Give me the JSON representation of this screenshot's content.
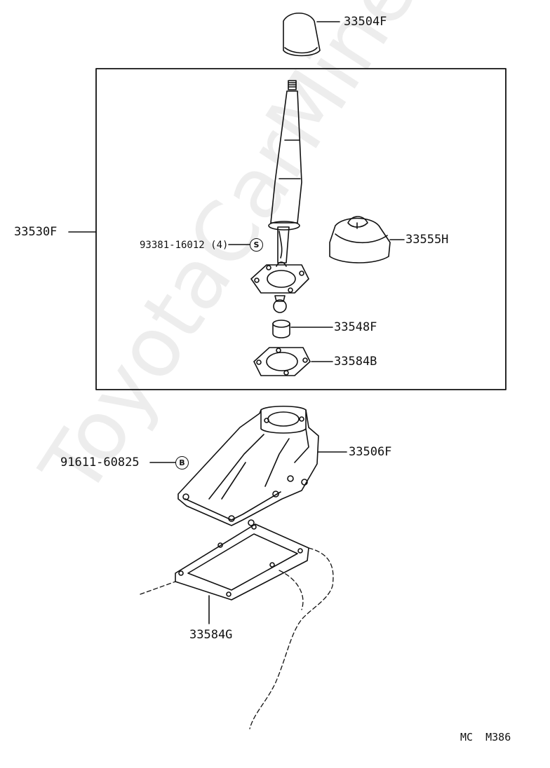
{
  "watermark": "ToyotaCarMine.ru",
  "parts": {
    "knob": "33504F",
    "lever_assembly": "33530F",
    "bolt": "93381-16012 (4)",
    "bolt_marker": "S",
    "boot": "33555H",
    "bushing": "33548F",
    "gasket_upper": "33584B",
    "retainer": "33506F",
    "screw": "91611-60825",
    "screw_marker": "B",
    "gasket_lower": "33584G"
  },
  "figure_ref": "MC  M386"
}
